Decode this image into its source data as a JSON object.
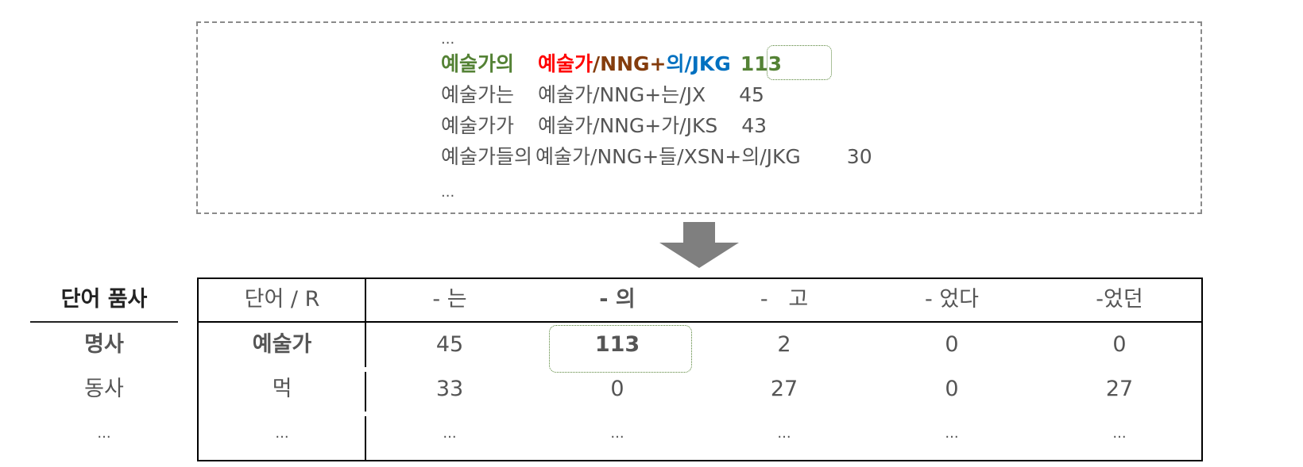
{
  "corpus": {
    "ellipsis_top": "...",
    "ellipsis_bottom": "...",
    "highlight_line": {
      "word": "예술가의",
      "stem": "예술가",
      "tag1": "/NNG+",
      "suffix": "의",
      "tag2": "/JKG",
      "count": "113"
    },
    "lines": [
      {
        "word": "예술가는",
        "analysis": "예술가/NNG+는/JX",
        "count": "45"
      },
      {
        "word": "예술가가",
        "analysis": "예술가/NNG+가/JKS",
        "count": "43"
      },
      {
        "word": "예술가들의",
        "analysis": "예술가/NNG+들/XSN+의/JKG",
        "count": "30"
      }
    ]
  },
  "left": {
    "header": "단어 품사",
    "rows": [
      "명사",
      "동사",
      "..."
    ]
  },
  "table": {
    "header_word": "단어 / R",
    "headers": [
      "- 는",
      "- 의",
      "-   고",
      "- 었다",
      "-었던"
    ],
    "rows": [
      {
        "word": "예술가",
        "values": [
          "45",
          "113",
          "2",
          "0",
          "0"
        ]
      },
      {
        "word": "먹",
        "values": [
          "33",
          "0",
          "27",
          "0",
          "27"
        ]
      },
      {
        "word": "...",
        "values": [
          "...",
          "...",
          "...",
          "...",
          "..."
        ]
      }
    ]
  },
  "colors": {
    "green": "#548235",
    "red": "#ff0000",
    "brown": "#843c0c",
    "blue": "#0070c0",
    "text": "#555555",
    "arrow": "#7f7f7f"
  },
  "icons": {
    "arrow": "down-arrow-icon"
  }
}
